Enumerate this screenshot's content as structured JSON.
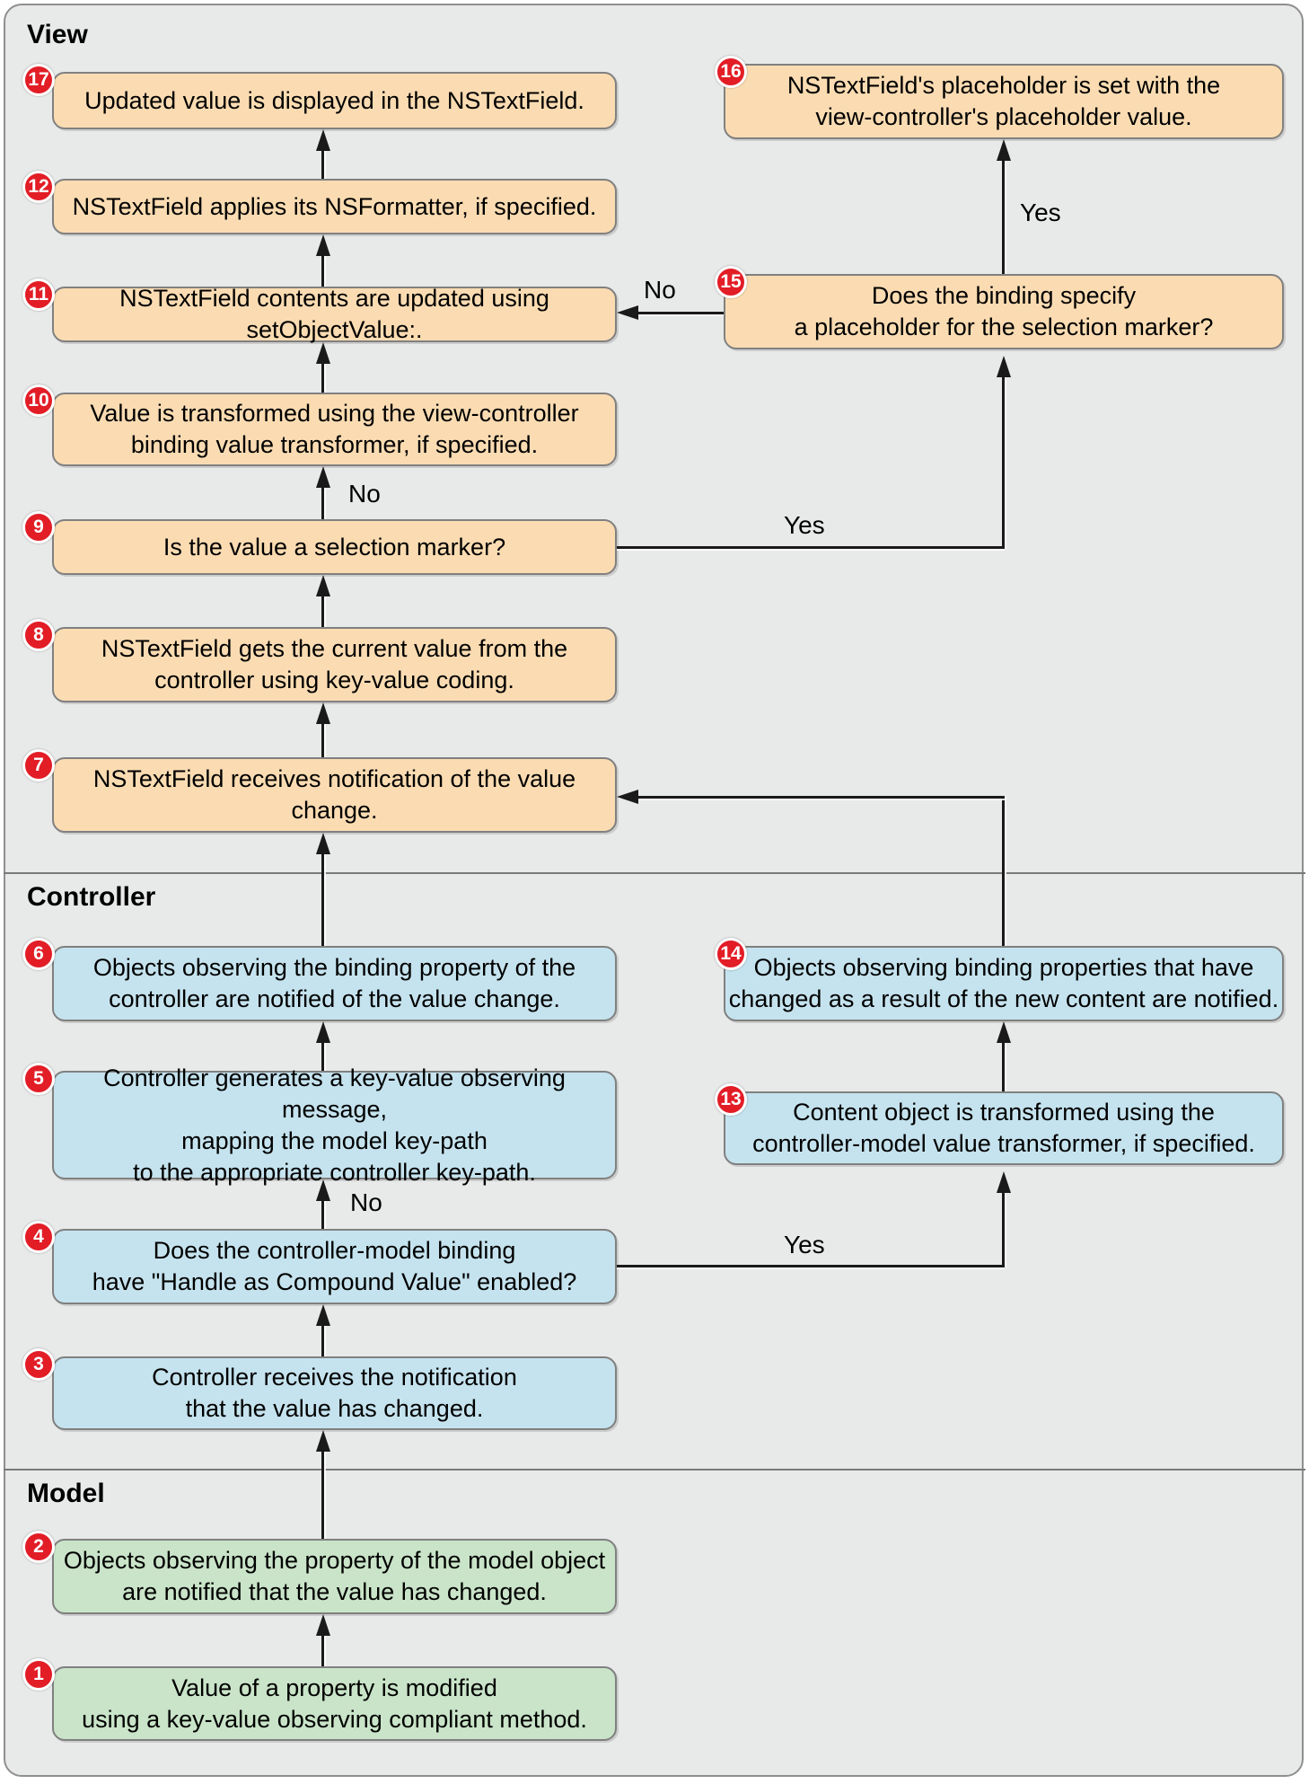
{
  "sections": {
    "view": "View",
    "controller": "Controller",
    "model": "Model"
  },
  "labels": {
    "yes": "Yes",
    "no": "No"
  },
  "boxes": {
    "b1": {
      "num": "1",
      "lines": [
        "Value of a property is modified",
        "using a key-value observing compliant method."
      ]
    },
    "b2": {
      "num": "2",
      "lines": [
        "Objects observing the property of the model object",
        "are notified that the value has changed."
      ]
    },
    "b3": {
      "num": "3",
      "lines": [
        "Controller receives the notification",
        "that the value has changed."
      ]
    },
    "b4": {
      "num": "4",
      "lines": [
        "Does the controller-model binding",
        "have \"Handle as Compound Value\" enabled?"
      ]
    },
    "b5": {
      "num": "5",
      "lines": [
        "Controller generates a key-value observing message,",
        "mapping the model key-path",
        "to the appropriate controller key-path."
      ]
    },
    "b6": {
      "num": "6",
      "lines": [
        "Objects observing the binding property of the",
        "controller are notified of the value change."
      ]
    },
    "b7": {
      "num": "7",
      "lines": [
        "NSTextField receives notification of the value change."
      ]
    },
    "b8": {
      "num": "8",
      "lines": [
        "NSTextField gets the current value from the",
        "controller using key-value coding."
      ]
    },
    "b9": {
      "num": "9",
      "lines": [
        "Is the value a selection marker?"
      ]
    },
    "b10": {
      "num": "10",
      "lines": [
        "Value is transformed using the view-controller",
        "binding value transformer, if specified."
      ]
    },
    "b11": {
      "num": "11",
      "lines": [
        "NSTextField contents are updated using setObjectValue:."
      ]
    },
    "b12": {
      "num": "12",
      "lines": [
        "NSTextField applies its NSFormatter, if specified."
      ]
    },
    "b13": {
      "num": "13",
      "lines": [
        "Content object is transformed using the",
        "controller-model  value transformer, if specified."
      ]
    },
    "b14": {
      "num": "14",
      "lines": [
        "Objects observing binding properties that have",
        "changed as a result of the new content are notified."
      ]
    },
    "b15": {
      "num": "15",
      "lines": [
        "Does the binding specify",
        "a placeholder for the selection marker?"
      ]
    },
    "b16": {
      "num": "16",
      "lines": [
        "NSTextField's placeholder is set with the",
        "view-controller's placeholder value."
      ]
    },
    "b17": {
      "num": "17",
      "lines": [
        "Updated value is displayed in the NSTextField."
      ]
    }
  },
  "colors": {
    "panel-bg": "#e8e9e9",
    "panel-border": "#8f8f8f",
    "divider": "#7a7a7a",
    "peach": "#fbdcb2",
    "blue": "#c5e3ee",
    "green": "#c9e4c8",
    "box-border": "#808080",
    "line": "#1a1a1a",
    "badge-red": "#e21d26",
    "text": "#000000"
  }
}
